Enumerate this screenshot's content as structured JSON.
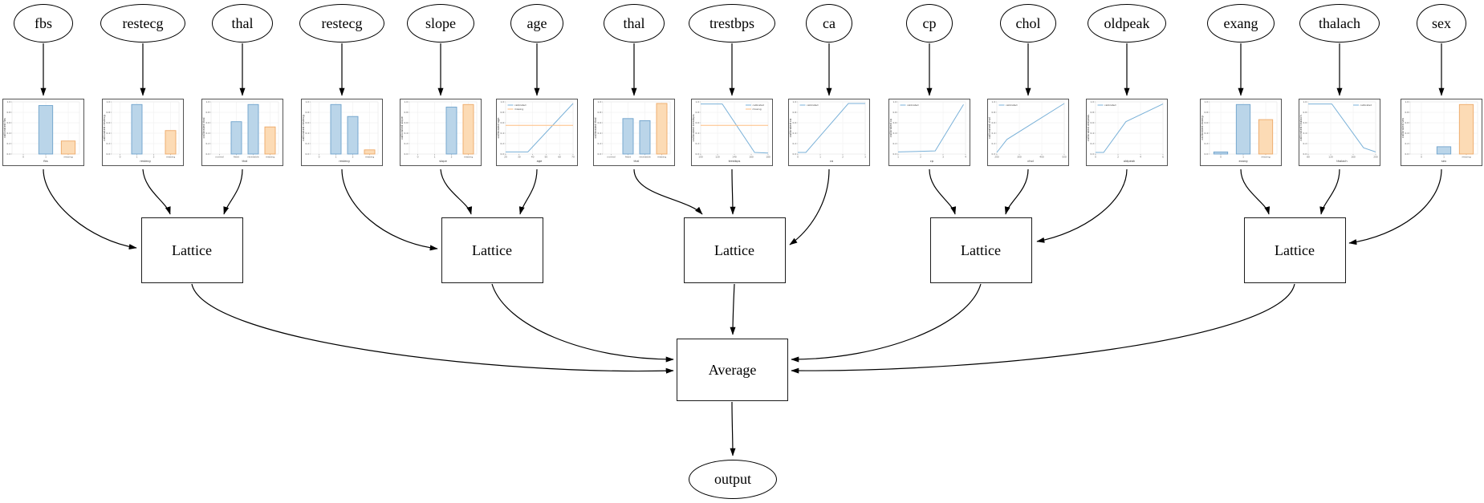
{
  "labels": {
    "lattice": "Lattice",
    "average": "Average",
    "output": "output"
  },
  "colors": {
    "edge": "#000000",
    "bar_blue_fill": "#bad5e9",
    "bar_blue_edge": "#6fa3cc",
    "bar_orange_fill": "#fcdbb5",
    "bar_orange_edge": "#eda968",
    "line_blue": "#7ab1d8",
    "line_orange": "#fdbd82",
    "grid": "#ececec",
    "tick_text": "#555555",
    "chart_border": "#545454"
  },
  "chart_defaults": {
    "yticks": [
      "0.0",
      "0.2",
      "0.4",
      "0.6",
      "0.8",
      "1.0"
    ]
  },
  "groups": [
    [
      0,
      1,
      2
    ],
    [
      3,
      4,
      5
    ],
    [
      6,
      7,
      8
    ],
    [
      9,
      10,
      11
    ],
    [
      12,
      13,
      14
    ]
  ],
  "features": [
    {
      "label": "fbs",
      "chart": {
        "type": "bar",
        "ylabel": "calibrated fbs",
        "xlabel": "fbs",
        "xticks": [
          "0",
          "1",
          "missing"
        ],
        "bars": [
          {
            "tick": 1,
            "value": 0.93,
            "color": "blue"
          },
          {
            "tick": 2,
            "value": 0.25,
            "color": "orange"
          }
        ]
      }
    },
    {
      "label": "restecg",
      "chart": {
        "type": "bar",
        "ylabel": "calibrated restecg",
        "xlabel": "restecg",
        "xticks": [
          "0",
          "1",
          "2",
          "missing"
        ],
        "bars": [
          {
            "tick": 1,
            "value": 0.95,
            "color": "blue"
          },
          {
            "tick": 3,
            "value": 0.45,
            "color": "orange"
          }
        ]
      }
    },
    {
      "label": "thal",
      "chart": {
        "type": "bar",
        "ylabel": "calibrated thal",
        "xlabel": "thal",
        "xticks": [
          "normal",
          "fixed",
          "reversible",
          "missing"
        ],
        "bars": [
          {
            "tick": 1,
            "value": 0.62,
            "color": "blue"
          },
          {
            "tick": 2,
            "value": 0.95,
            "color": "blue"
          },
          {
            "tick": 3,
            "value": 0.52,
            "color": "orange"
          }
        ]
      }
    },
    {
      "label": "restecg",
      "chart": {
        "type": "bar",
        "ylabel": "calibrated restecg",
        "xlabel": "restecg",
        "xticks": [
          "0",
          "1",
          "2",
          "missing"
        ],
        "bars": [
          {
            "tick": 1,
            "value": 0.95,
            "color": "blue"
          },
          {
            "tick": 2,
            "value": 0.72,
            "color": "blue"
          },
          {
            "tick": 3,
            "value": 0.08,
            "color": "orange"
          }
        ]
      }
    },
    {
      "label": "slope",
      "chart": {
        "type": "bar",
        "ylabel": "calibrated slope",
        "xlabel": "slope",
        "xticks": [
          "0",
          "1",
          "2",
          "missing"
        ],
        "bars": [
          {
            "tick": 2,
            "value": 0.9,
            "color": "blue"
          },
          {
            "tick": 3,
            "value": 0.95,
            "color": "orange"
          }
        ]
      }
    },
    {
      "label": "age",
      "chart": {
        "type": "line",
        "ylabel": "calibrated age",
        "xlabel": "age",
        "xticks": [
          "20",
          "30",
          "40",
          "50",
          "60",
          "70"
        ],
        "legend": "tl",
        "series": [
          {
            "name": "calibrated",
            "color": "blue",
            "pts": [
              [
                0,
                0.04
              ],
              [
                0.33,
                0.04
              ],
              [
                1,
                0.97
              ]
            ]
          },
          {
            "name": "missing",
            "color": "orange",
            "pts": [
              [
                0,
                0.55
              ],
              [
                1,
                0.55
              ]
            ]
          }
        ]
      }
    },
    {
      "label": "thal",
      "chart": {
        "type": "bar",
        "ylabel": "calibrated thal",
        "xlabel": "thal",
        "xticks": [
          "normal",
          "fixed",
          "reversible",
          "missing"
        ],
        "bars": [
          {
            "tick": 1,
            "value": 0.68,
            "color": "blue"
          },
          {
            "tick": 2,
            "value": 0.64,
            "color": "blue"
          },
          {
            "tick": 3,
            "value": 0.97,
            "color": "orange"
          }
        ]
      }
    },
    {
      "label": "trestbps",
      "chart": {
        "type": "line",
        "ylabel": "calibrated trestbps",
        "xlabel": "trestbps",
        "xticks": [
          "100",
          "120",
          "140",
          "160",
          "180"
        ],
        "legend": "tr",
        "series": [
          {
            "name": "calibrated",
            "color": "blue",
            "pts": [
              [
                0,
                0.96
              ],
              [
                0.32,
                0.96
              ],
              [
                0.8,
                0.03
              ],
              [
                1,
                0.02
              ]
            ]
          },
          {
            "name": "missing",
            "color": "orange",
            "pts": [
              [
                0,
                0.55
              ],
              [
                1,
                0.55
              ]
            ]
          }
        ]
      }
    },
    {
      "label": "ca",
      "chart": {
        "type": "line",
        "ylabel": "calibrated ca",
        "xlabel": "ca",
        "xticks": [
          "0",
          "1",
          "2",
          "3"
        ],
        "legend": "tl",
        "series": [
          {
            "name": "calibrated",
            "color": "blue",
            "pts": [
              [
                0,
                0.03
              ],
              [
                0.12,
                0.03
              ],
              [
                0.75,
                0.97
              ],
              [
                1,
                0.97
              ]
            ]
          }
        ]
      }
    },
    {
      "label": "cp",
      "chart": {
        "type": "line",
        "ylabel": "calibrated cp",
        "xlabel": "cp",
        "xticks": [
          "1",
          "2",
          "3",
          "4"
        ],
        "legend": "tl",
        "series": [
          {
            "name": "calibrated",
            "color": "blue",
            "pts": [
              [
                0,
                0.04
              ],
              [
                0.55,
                0.06
              ],
              [
                0.97,
                0.95
              ]
            ]
          }
        ]
      }
    },
    {
      "label": "chol",
      "chart": {
        "type": "line",
        "ylabel": "calibrated chol",
        "xlabel": "chol",
        "xticks": [
          "200",
          "300",
          "400",
          "500"
        ],
        "legend": "tl",
        "series": [
          {
            "name": "calibrated",
            "color": "blue",
            "pts": [
              [
                0,
                0.03
              ],
              [
                0.15,
                0.28
              ],
              [
                1,
                0.97
              ]
            ]
          }
        ]
      }
    },
    {
      "label": "oldpeak",
      "chart": {
        "type": "line",
        "ylabel": "calibrated oldpeak",
        "xlabel": "oldpeak",
        "xticks": [
          "0",
          "2",
          "4",
          "6"
        ],
        "legend": "tl",
        "series": [
          {
            "name": "calibrated",
            "color": "blue",
            "pts": [
              [
                0,
                0.03
              ],
              [
                0.12,
                0.03
              ],
              [
                0.45,
                0.62
              ],
              [
                1,
                0.96
              ]
            ]
          }
        ]
      }
    },
    {
      "label": "exang",
      "chart": {
        "type": "bar",
        "ylabel": "calibrated exang",
        "xlabel": "exang",
        "xticks": [
          "0",
          "1",
          "missing"
        ],
        "bars": [
          {
            "tick": 0,
            "value": 0.04,
            "color": "blue"
          },
          {
            "tick": 1,
            "value": 0.95,
            "color": "blue"
          },
          {
            "tick": 2,
            "value": 0.66,
            "color": "orange"
          }
        ]
      }
    },
    {
      "label": "thalach",
      "chart": {
        "type": "line",
        "ylabel": "calibrated thalach",
        "xlabel": "thalach",
        "xticks": [
          "80",
          "120",
          "160",
          "200"
        ],
        "legend": "tr",
        "series": [
          {
            "name": "calibrated",
            "color": "blue",
            "pts": [
              [
                0,
                0.96
              ],
              [
                0.35,
                0.96
              ],
              [
                0.82,
                0.12
              ],
              [
                1,
                0.04
              ]
            ]
          }
        ]
      }
    },
    {
      "label": "sex",
      "chart": {
        "type": "bar",
        "ylabel": "calibrated sex",
        "xlabel": "sex",
        "xticks": [
          "0",
          "1",
          "missing"
        ],
        "bars": [
          {
            "tick": 1,
            "value": 0.14,
            "color": "blue"
          },
          {
            "tick": 2,
            "value": 0.95,
            "color": "orange"
          }
        ]
      }
    }
  ]
}
